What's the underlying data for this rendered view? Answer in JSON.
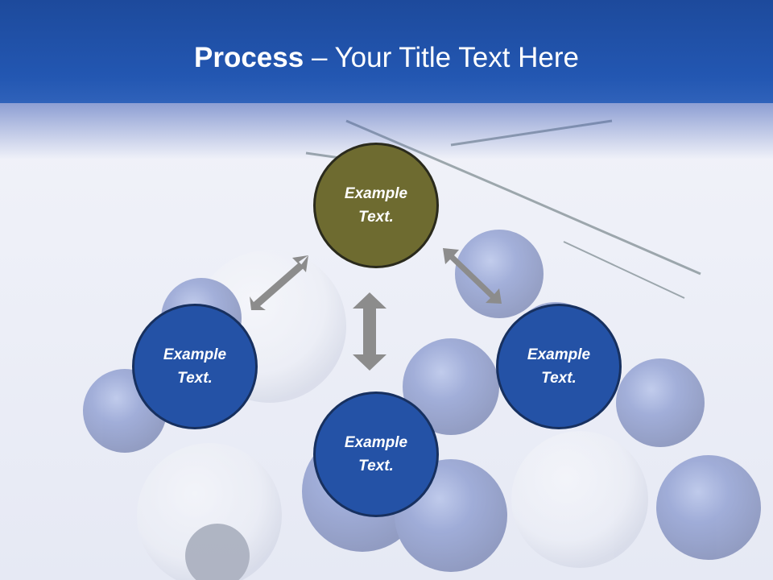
{
  "slide": {
    "title_bold": "Process",
    "title_rest": " – Your Title Text Here"
  },
  "nodes": {
    "top": {
      "label": "Example Text.",
      "color": "#6e6b30"
    },
    "left": {
      "label": "Example Text.",
      "color": "#2452a6"
    },
    "bottom": {
      "label": "Example Text.",
      "color": "#2452a6"
    },
    "right": {
      "label": "Example Text.",
      "color": "#2452a6"
    }
  },
  "arrows": {
    "color": "#8c8c8c",
    "icons": [
      "double-arrow-diagonal-icon",
      "double-arrow-vertical-icon",
      "double-arrow-diagonal-icon"
    ]
  },
  "colors": {
    "header": "#2357b2",
    "background": "#eef0f8"
  }
}
